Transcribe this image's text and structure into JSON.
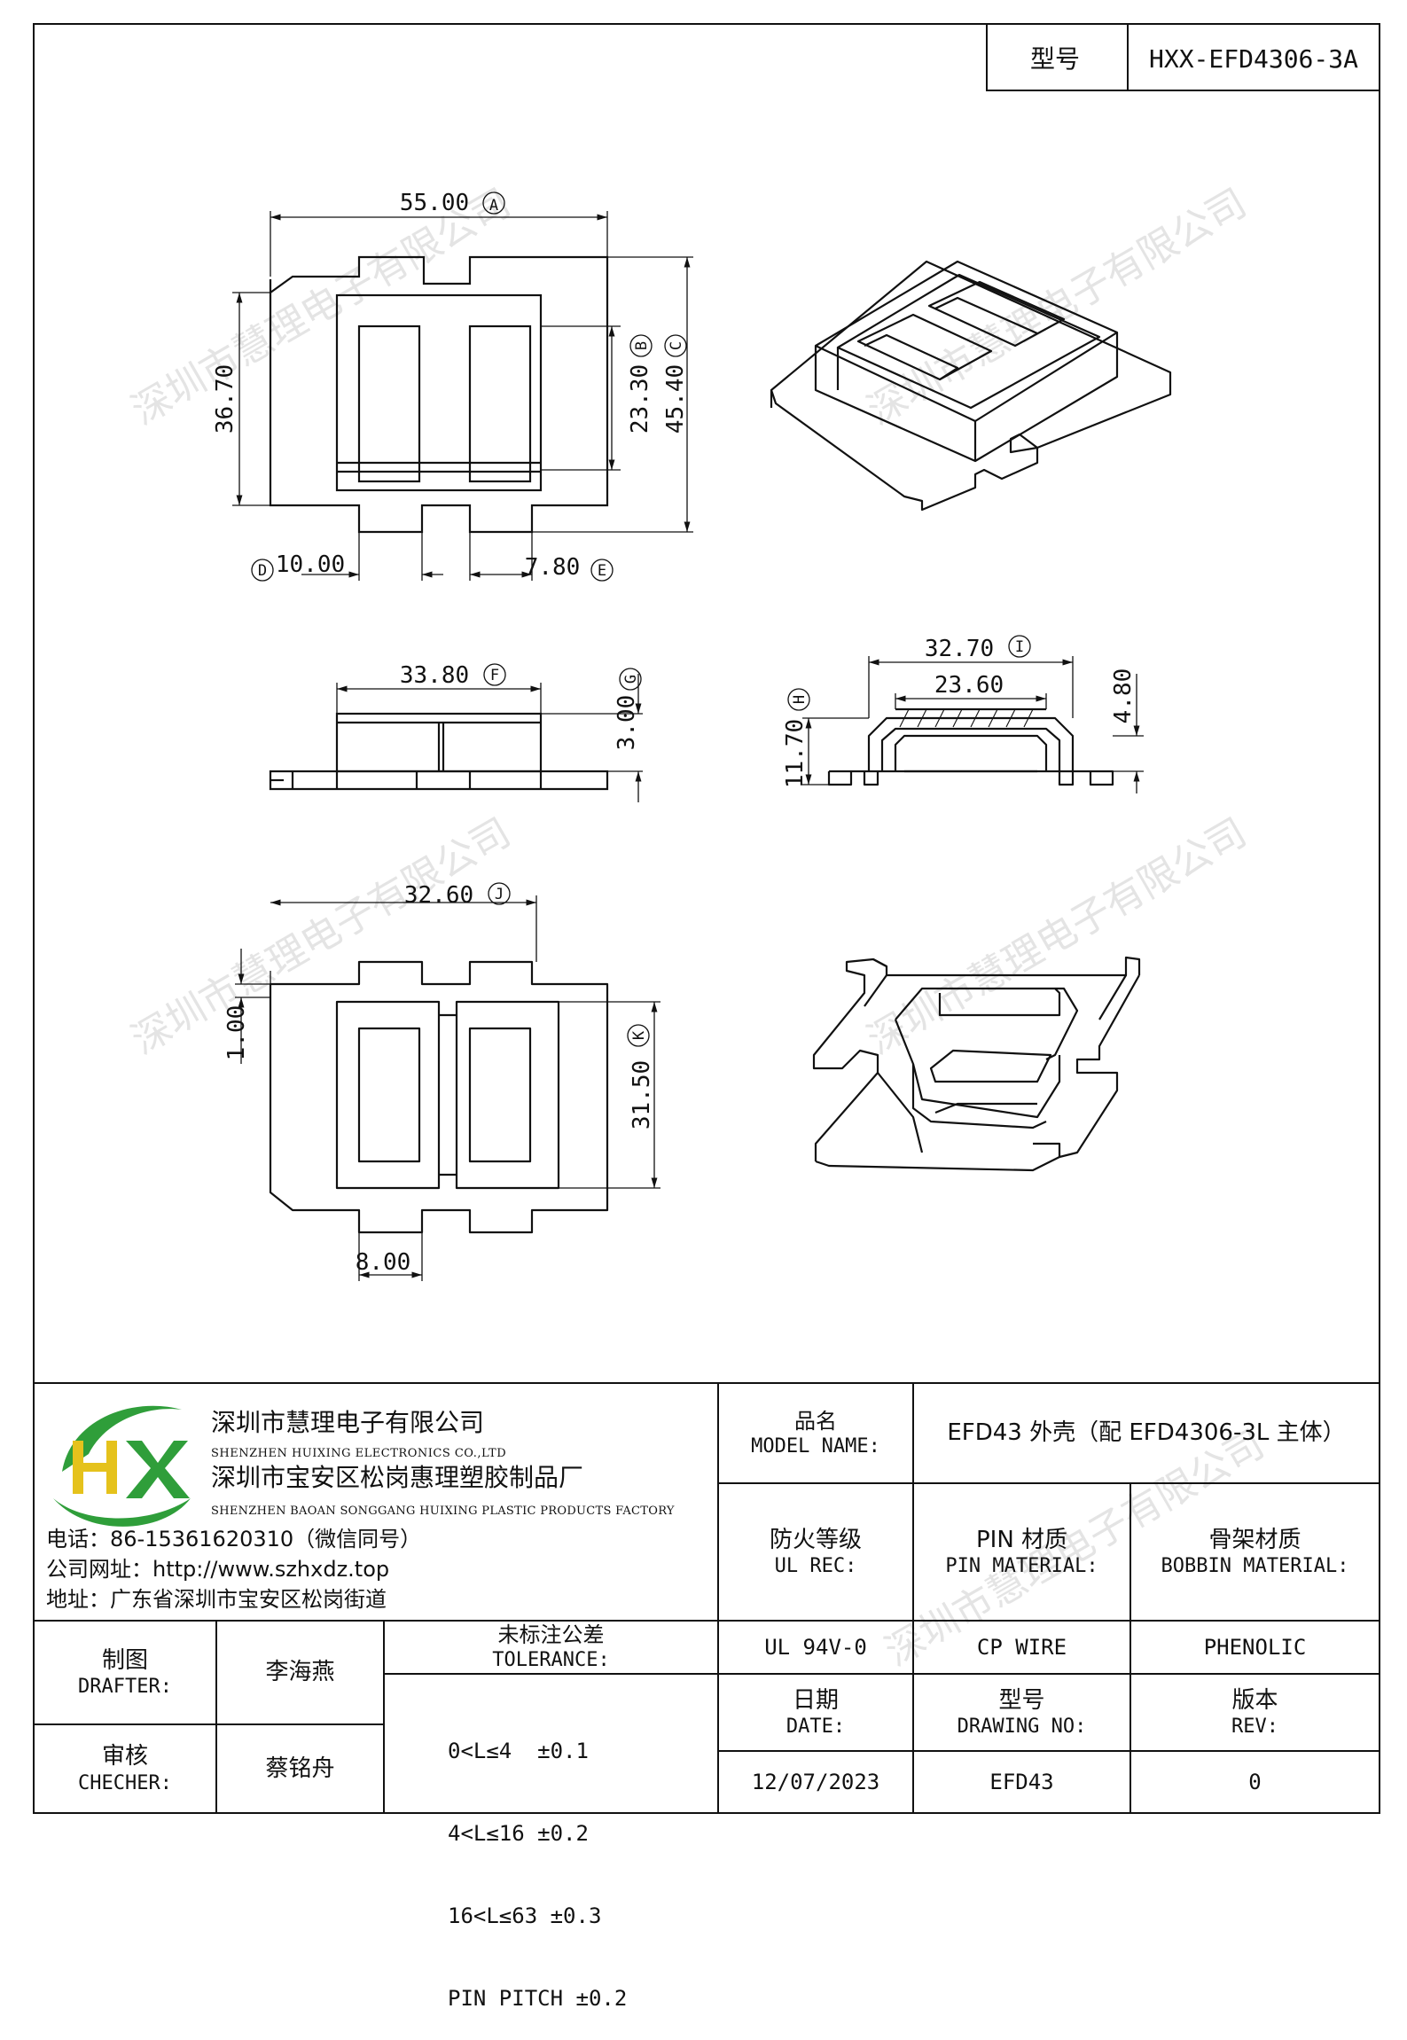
{
  "title_block": {
    "model_label": "型号",
    "model_value": "HXX-EFD4306-3A"
  },
  "dimensions": {
    "top_width": "55.00",
    "top_width_tag": "A",
    "top_b": "23.30",
    "top_b_tag": "B",
    "top_c": "45.40",
    "top_c_tag": "C",
    "top_height": "36.70",
    "top_d": "10.00",
    "top_d_tag": "D",
    "top_e": "7.80",
    "top_e_tag": "E",
    "side_f": "33.80",
    "side_f_tag": "F",
    "side_g": "3.00",
    "side_g_tag": "G",
    "end_i": "32.70",
    "end_i_tag": "I",
    "end_inner": "23.60",
    "end_h": "11.70",
    "end_h_tag": "H",
    "end_right": "4.80",
    "bottom_j": "32.60",
    "bottom_j_tag": "J",
    "bottom_k": "31.50",
    "bottom_k_tag": "K",
    "bottom_left": "1.00",
    "bottom_tab": "8.00"
  },
  "watermark": "深圳市慧理电子有限公司",
  "company": {
    "logo_letters": "HX",
    "name_cn": "深圳市慧理电子有限公司",
    "name_en": "SHENZHEN HUIXING ELECTRONICS CO.,LTD",
    "factory_cn": "深圳市宝安区松岗惠理塑胶制品厂",
    "factory_en": "SHENZHEN BAOAN SONGGANG HUIXING PLASTIC PRODUCTS FACTORY",
    "phone": "电话：86-15361620310（微信同号）",
    "website": "公司网址：http://www.szhxdz.top",
    "address": "地址：广东省深圳市宝安区松岗街道"
  },
  "table": {
    "model_name_cn": "品名",
    "model_name_en": "MODEL NAME:",
    "model_name_value": "EFD43 外壳（配 EFD4306-3L 主体）",
    "fire_cn": "防火等级",
    "fire_en": "UL REC:",
    "pin_cn": "PIN 材质",
    "pin_en": "PIN MATERIAL:",
    "bobbin_cn": "骨架材质",
    "bobbin_en": "BOBBIN MATERIAL:",
    "fire_value": "UL 94V-0",
    "pin_value": "CP WIRE",
    "bobbin_value": "PHENOLIC",
    "drafter_cn": "制图",
    "drafter_en": "DRAFTER:",
    "drafter_name": "李海燕",
    "checker_cn": "审核",
    "checker_en": "CHECHER:",
    "checker_name": "蔡铭舟",
    "tolerance_cn": "未标注公差",
    "tolerance_en": "TOLERANCE:",
    "tolerances": [
      "0<L≤4  ±0.1",
      "4<L≤16 ±0.2",
      "16<L≤63 ±0.3",
      "PIN PITCH ±0.2"
    ],
    "date_cn": "日期",
    "date_en": "DATE:",
    "date_value": "12/07/2023",
    "drawing_cn": "型号",
    "drawing_en": "DRAWING NO:",
    "drawing_value": "EFD43",
    "rev_cn": "版本",
    "rev_en": "REV:",
    "rev_value": "0"
  },
  "colors": {
    "line": "#111111",
    "logo_green": "#2f9e3a",
    "logo_yellow": "#e5c21c",
    "watermark": "#cfcfcf"
  }
}
